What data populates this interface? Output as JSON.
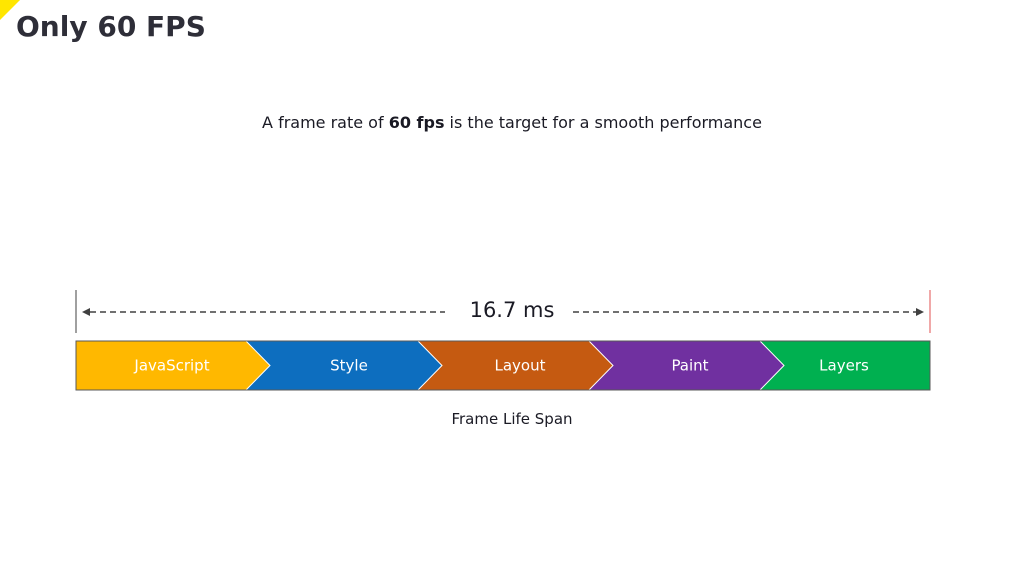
{
  "slide": {
    "title": "Only 60 FPS",
    "subtitle_before": "A frame rate of ",
    "subtitle_bold": "60 fps",
    "subtitle_after": " is the target for a smooth performance",
    "caption": "Frame Life Span"
  },
  "timeline": {
    "duration_label": "16.7 ms"
  },
  "pipeline": {
    "stages": [
      {
        "label": "JavaScript",
        "color": "#ffb800"
      },
      {
        "label": "Style",
        "color": "#0d6ebf"
      },
      {
        "label": "Layout",
        "color": "#c55a11"
      },
      {
        "label": "Paint",
        "color": "#7030a0"
      },
      {
        "label": "Layers",
        "color": "#00b050"
      }
    ]
  }
}
